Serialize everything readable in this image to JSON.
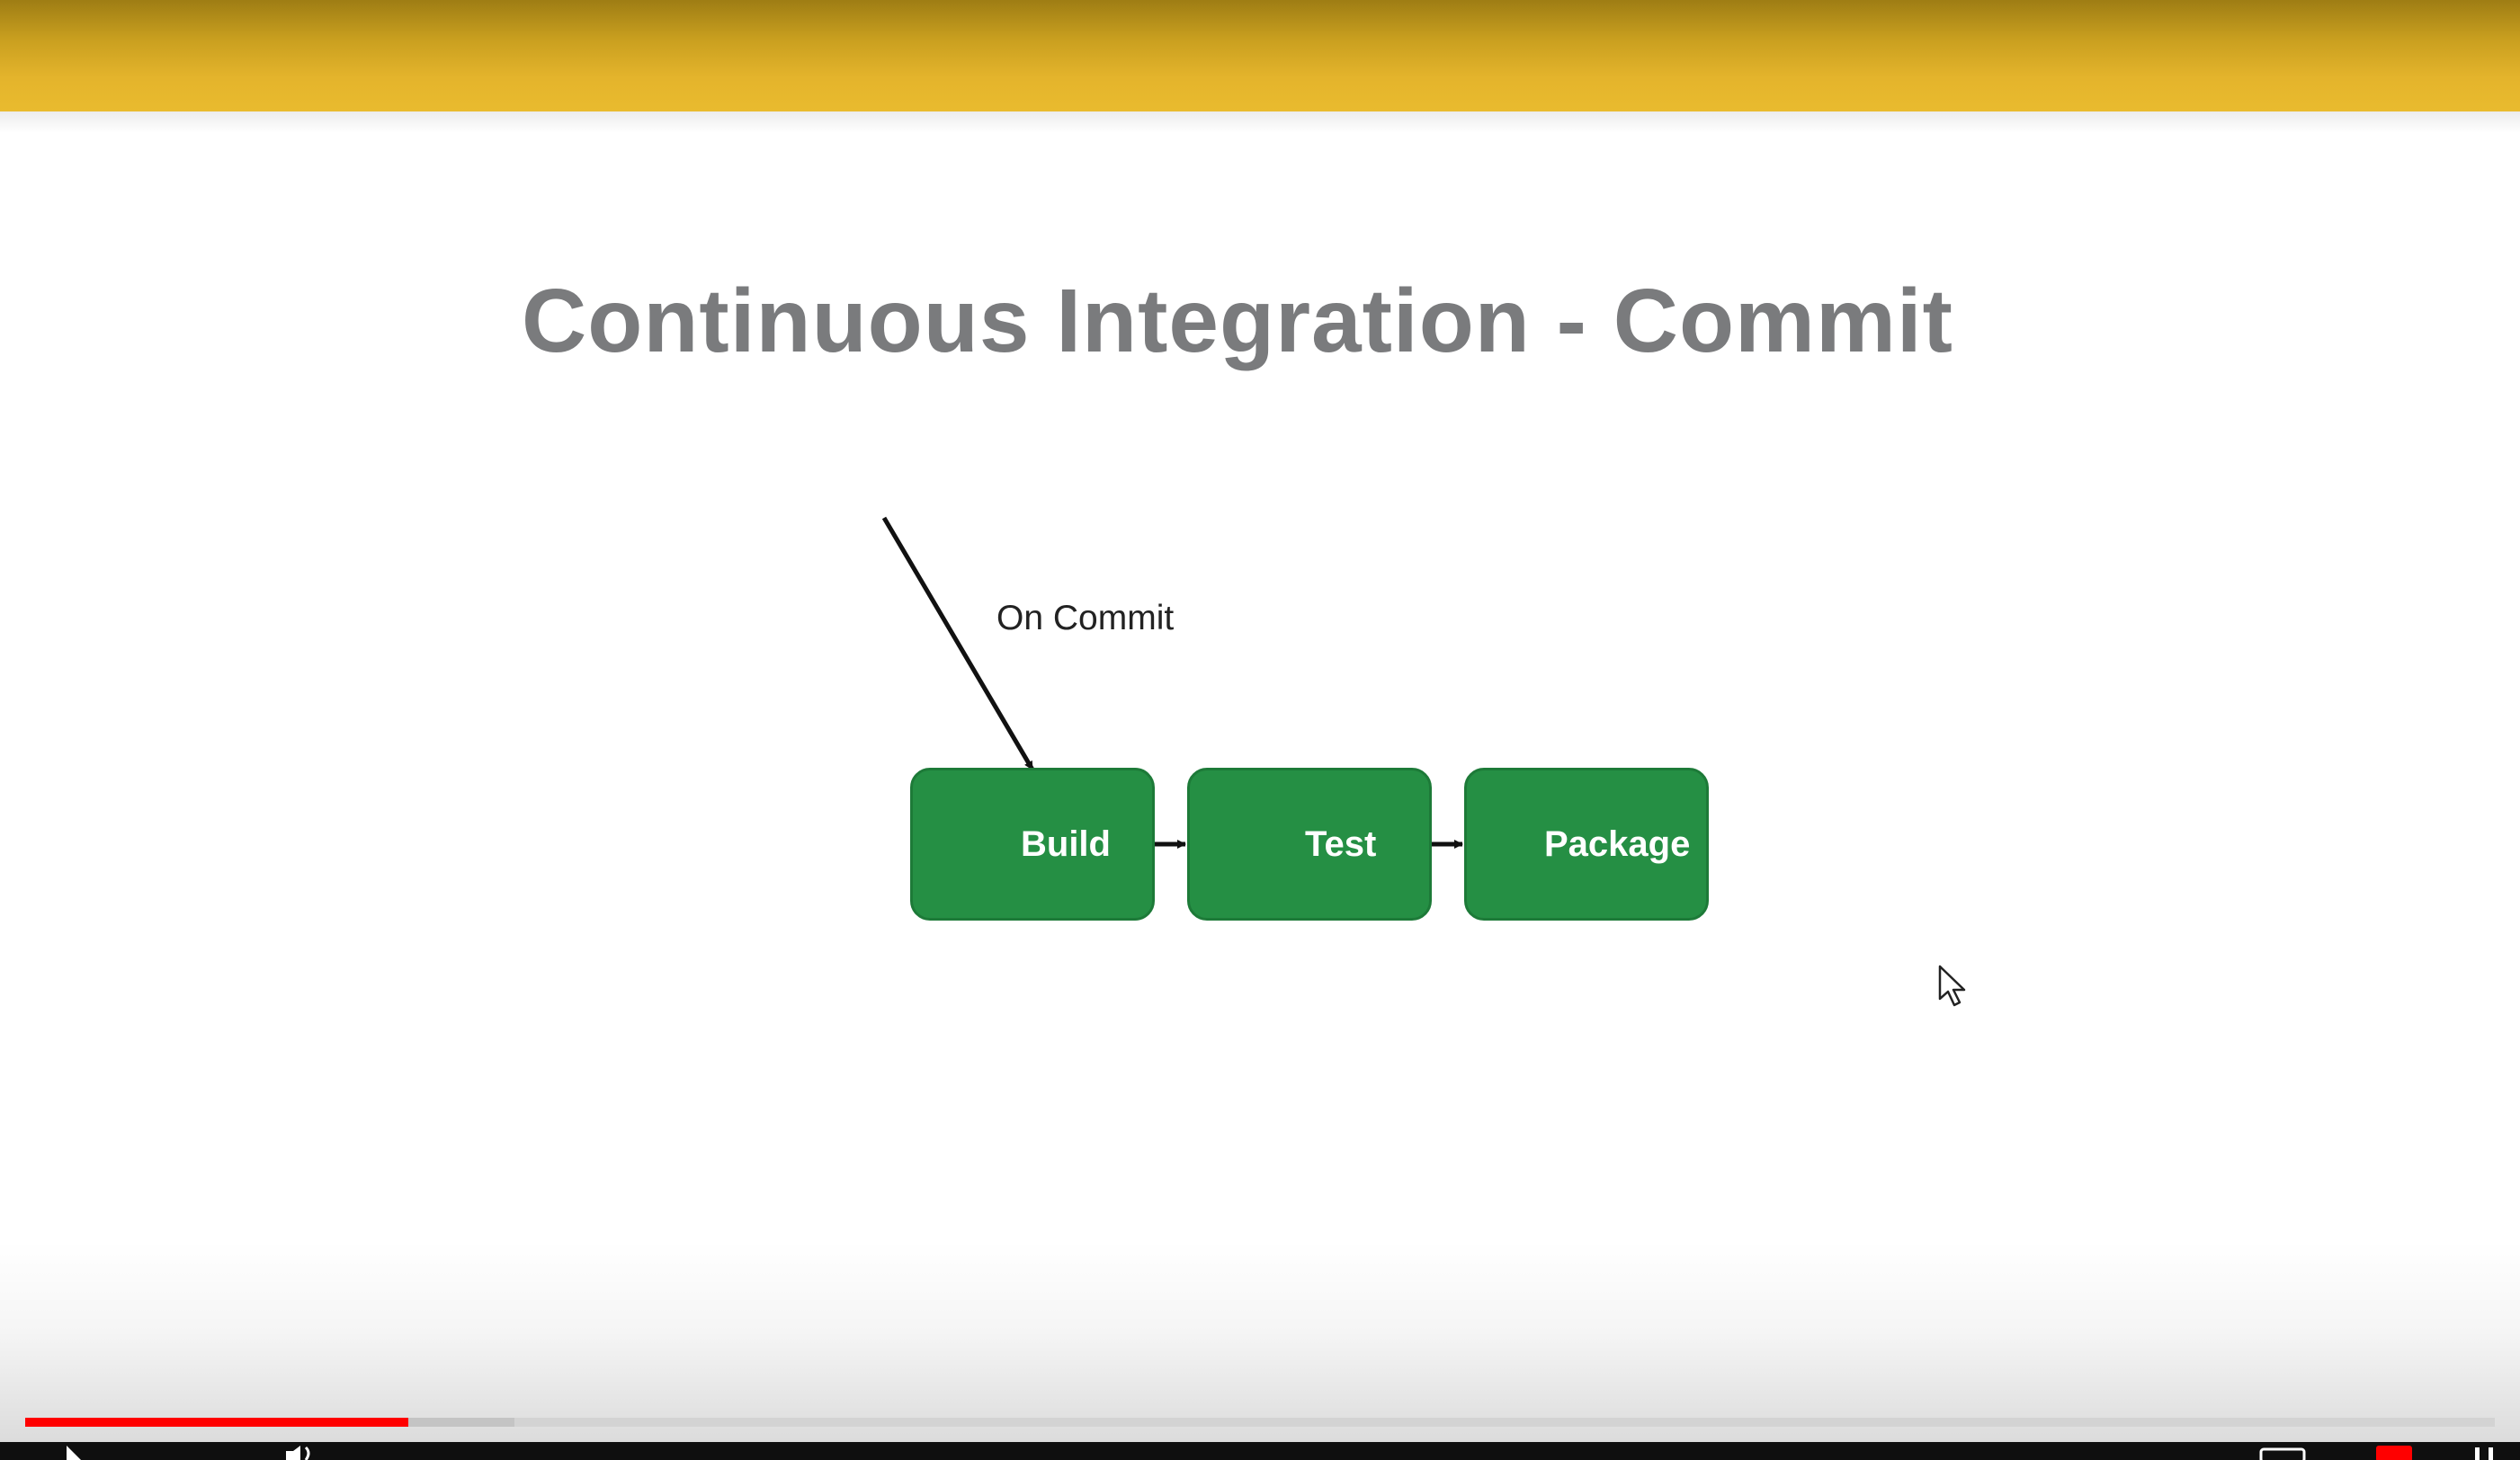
{
  "slide": {
    "title": "Continuous Integration - Commit"
  },
  "diagram": {
    "trigger_label": "On Commit",
    "stages": [
      {
        "label": "Build"
      },
      {
        "label": "Test"
      },
      {
        "label": "Package"
      }
    ]
  },
  "colors": {
    "banner": "#e9bb2e",
    "stage_fill": "#258f44",
    "title_text": "#7a7b7d",
    "progress_played": "#ff0000"
  },
  "player": {
    "progress_played_fraction": 0.155,
    "progress_buffered_fraction": 0.198,
    "icons": [
      "play-icon",
      "volume-icon",
      "captions-icon",
      "settings-icon",
      "fullscreen-icon"
    ]
  }
}
